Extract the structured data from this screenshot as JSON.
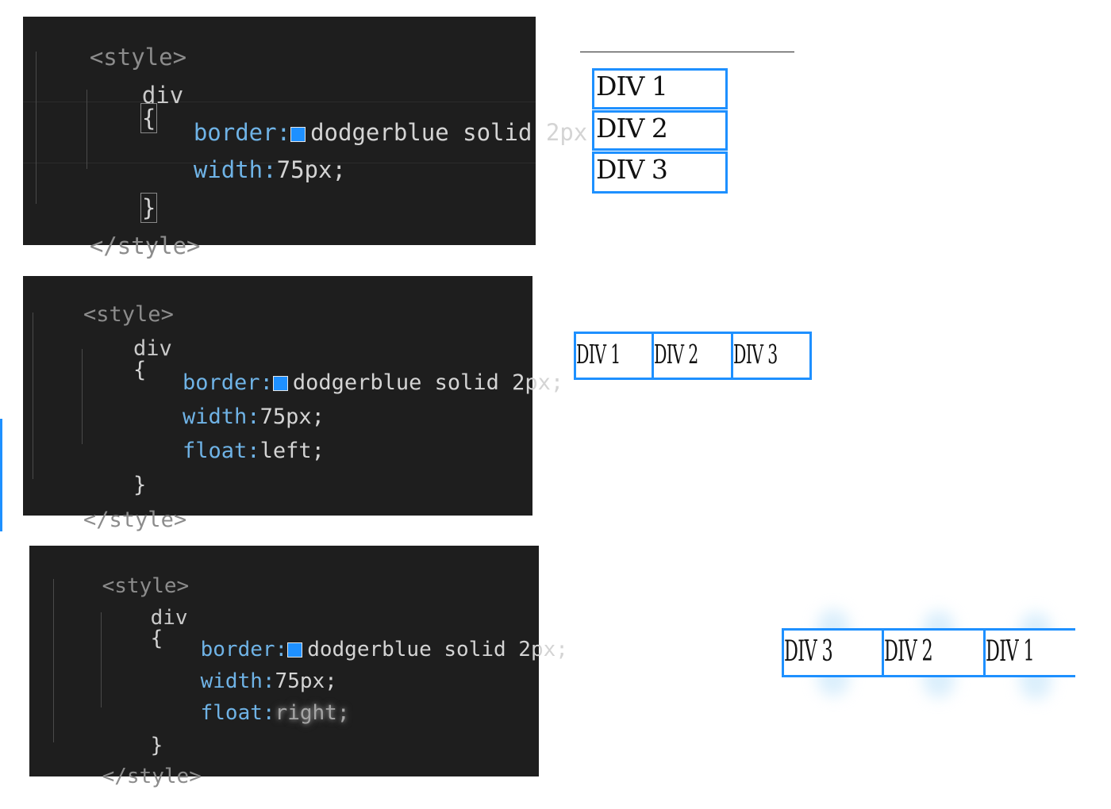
{
  "panels": [
    {
      "open_tag": "<style>",
      "selector": "div",
      "open_brace": "{",
      "border_prop": "border:",
      "border_value": "dodgerblue solid 2px;",
      "width_prop": "width:",
      "width_value": "75px;",
      "close_brace": "}",
      "close_tag": "</style>"
    },
    {
      "open_tag": "<style>",
      "selector": "div",
      "open_brace": "{",
      "border_prop": "border:",
      "border_value": "dodgerblue solid 2px;",
      "width_prop": "width:",
      "width_value": "75px;",
      "float_prop": "float:",
      "float_value": "left;",
      "close_brace": "}",
      "close_tag": "</style>"
    },
    {
      "open_tag": "<style>",
      "selector": "div",
      "open_brace": "{",
      "border_prop": "border:",
      "border_value": "dodgerblue solid 2px;",
      "width_prop": "width:",
      "width_value": "75px;",
      "float_prop": "float:",
      "float_value": "right;",
      "close_brace": "}",
      "close_tag": "</style>"
    }
  ],
  "outputs": [
    {
      "boxes": [
        "DIV 1",
        "DIV 2",
        "DIV 3"
      ]
    },
    {
      "boxes": [
        "DIV 1",
        "DIV 2",
        "DIV 3"
      ]
    },
    {
      "boxes": [
        "DIV 3",
        "DIV 2",
        "DIV 1"
      ]
    }
  ],
  "colors": {
    "swatch": "#1e90ff",
    "panel_bg": "#1e1e1e",
    "border": "#1e90ff"
  }
}
